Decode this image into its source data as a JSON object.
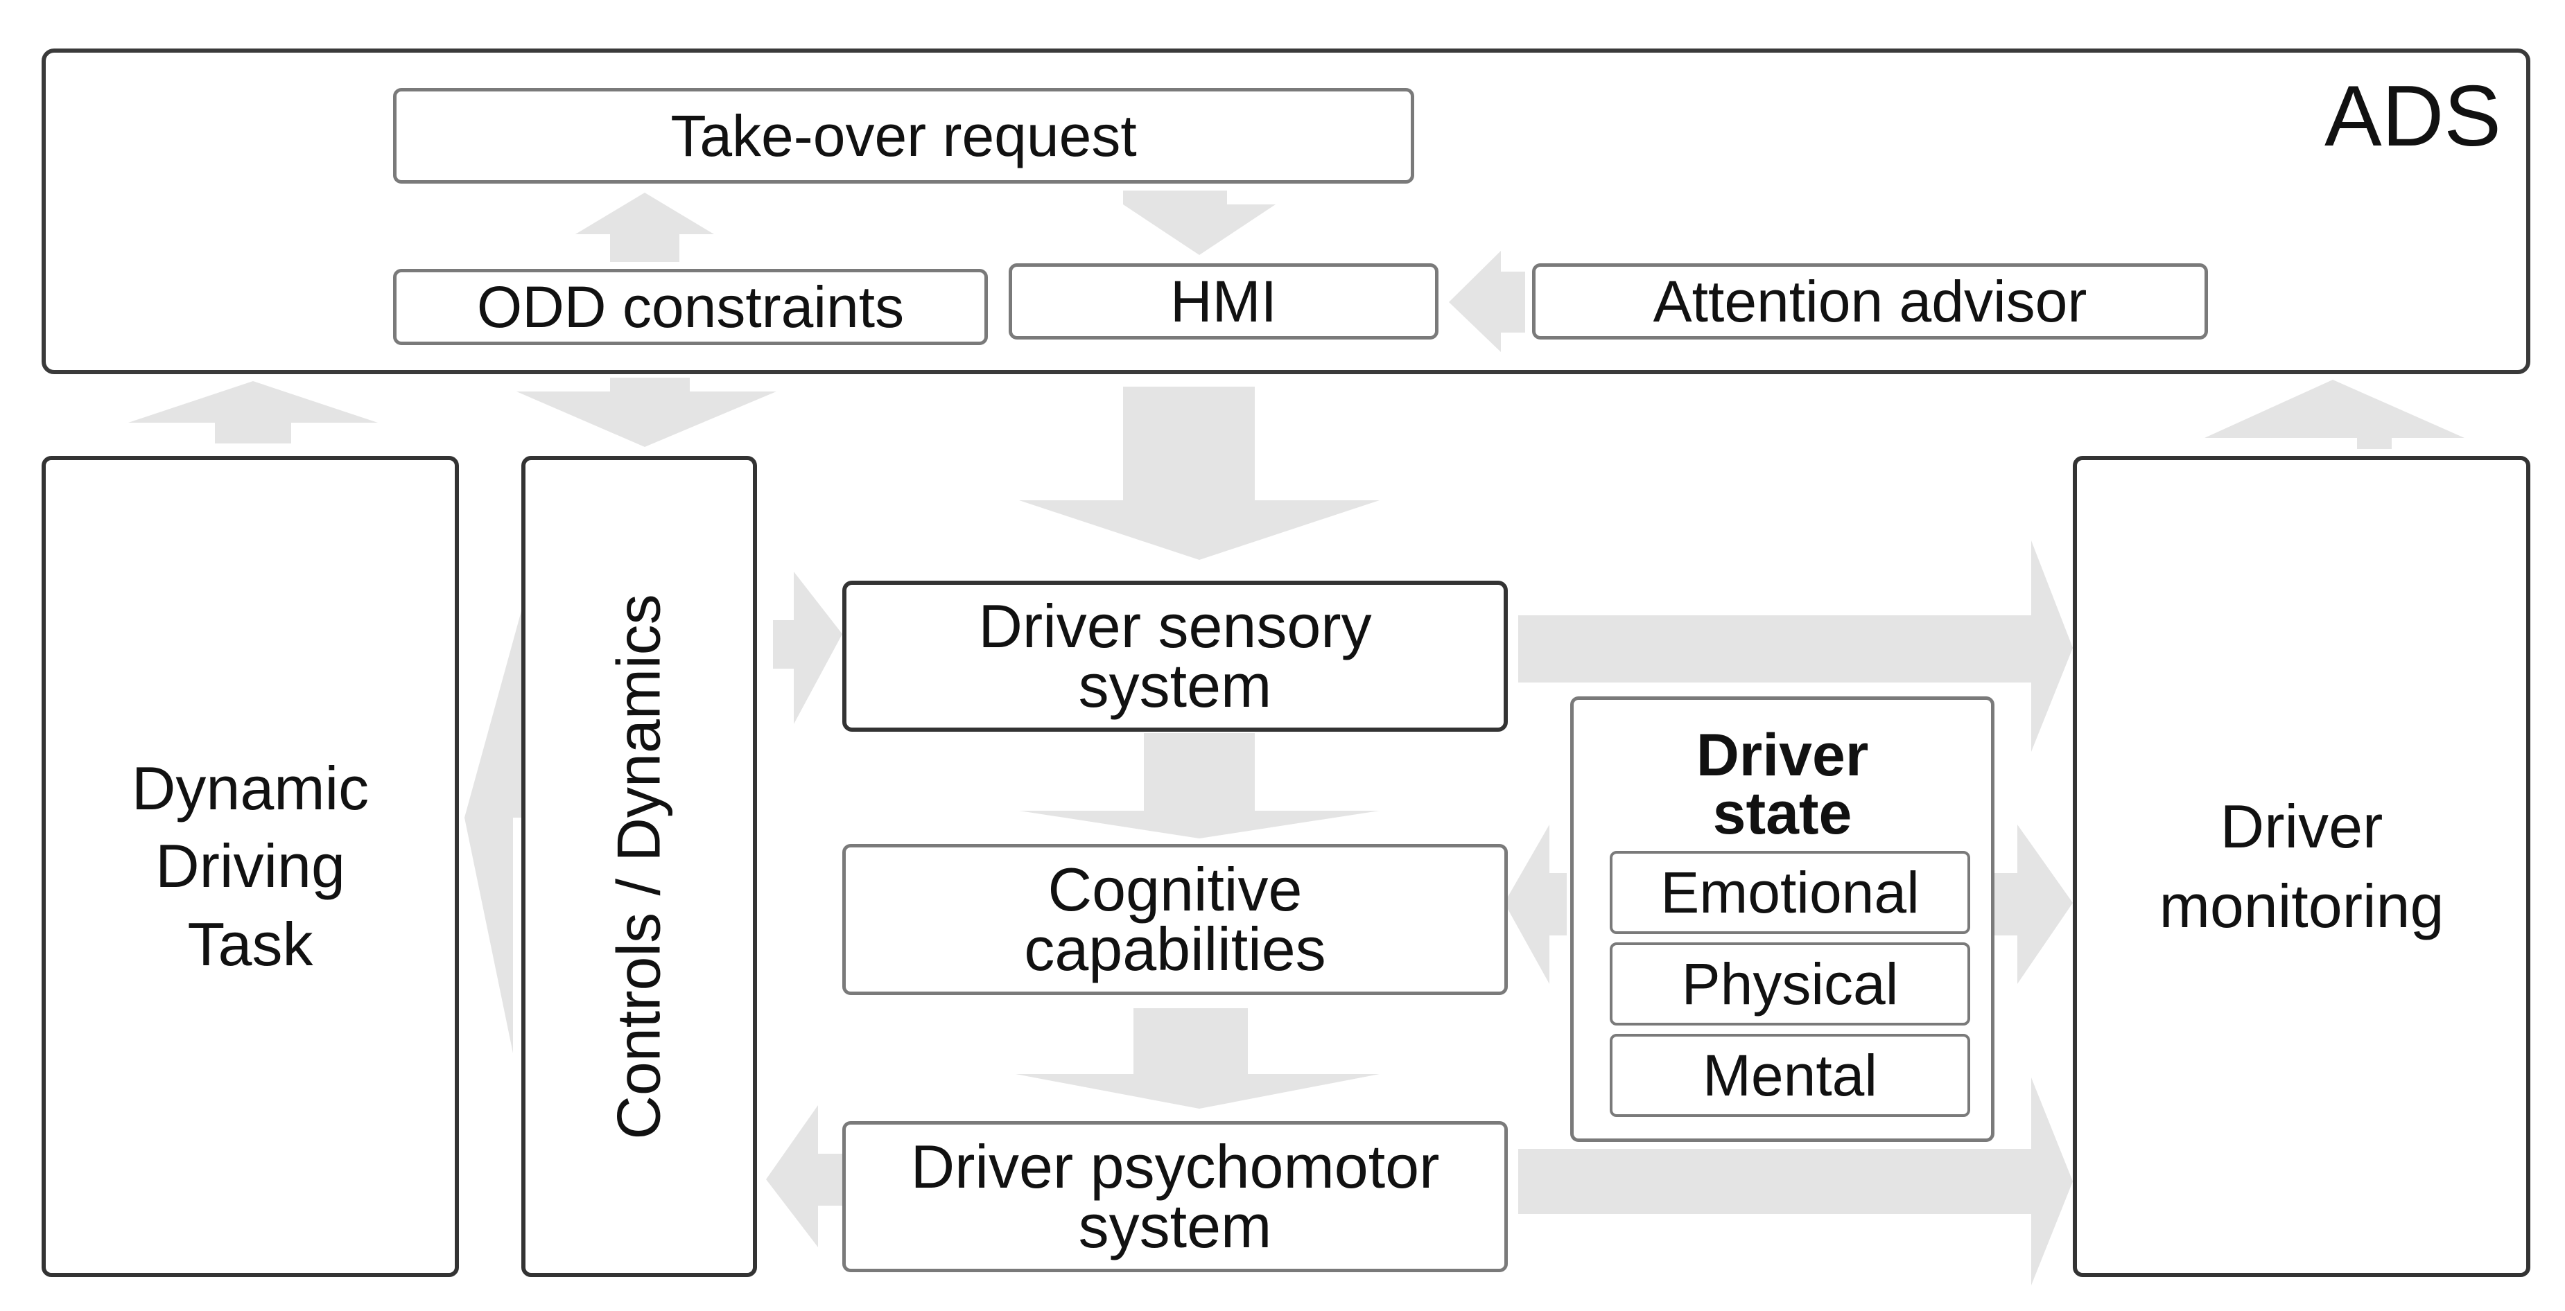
{
  "ads": {
    "title": "ADS"
  },
  "ads_modules": {
    "takeover": "Take-over request",
    "odd": "ODD constraints",
    "hmi": "HMI",
    "attention": "Attention advisor"
  },
  "side_blocks": {
    "ddt": "Dynamic\nDriving\nTask",
    "controls": "Controls / Dynamics",
    "monitoring": "Driver\nmonitoring"
  },
  "driver_chain": {
    "sensory": "Driver sensory\nsystem",
    "cognitive": "Cognitive\ncapabilities",
    "psychomotor": "Driver psychomotor\nsystem"
  },
  "driver_state": {
    "title": "Driver\nstate",
    "items": [
      "Emotional",
      "Physical",
      "Mental"
    ]
  },
  "colors": {
    "arrow": "#e4e4e4",
    "border_dark": "#333333",
    "border_gray": "#7a7a7a"
  }
}
